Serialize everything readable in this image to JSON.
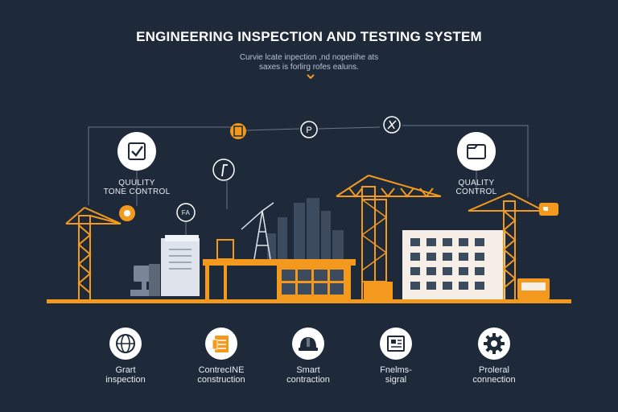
{
  "header": {
    "title": "ENGINEERING INSPECTION AND TESTING SYSTEM",
    "subtitle_line1": "Curvie lcate inpection ,nd noperiihe ats",
    "subtitle_line2": "saxes is forlirg rofes ealuns."
  },
  "callouts": {
    "left": {
      "line1": "QUULITY",
      "line2": "TONE CONTROL"
    },
    "right": {
      "line1": "QUALITY",
      "line2": "CONTROL"
    },
    "small_badge": "FA"
  },
  "features": [
    {
      "line1": "Grart",
      "line2": "inspection",
      "icon": "globe-icon"
    },
    {
      "line1": "ContrecINE",
      "line2": "construction",
      "icon": "document-icon"
    },
    {
      "line1": "Smart",
      "line2": "contraction",
      "icon": "hardhat-icon"
    },
    {
      "line1": "Fnelms-",
      "line2": "sigral",
      "icon": "blueprint-icon"
    },
    {
      "line1": "Proleral",
      "line2": "connection",
      "icon": "gear-icon"
    }
  ],
  "colors": {
    "background": "#1e2a3a",
    "accent": "#f39a1e",
    "text": "#ffffff"
  }
}
